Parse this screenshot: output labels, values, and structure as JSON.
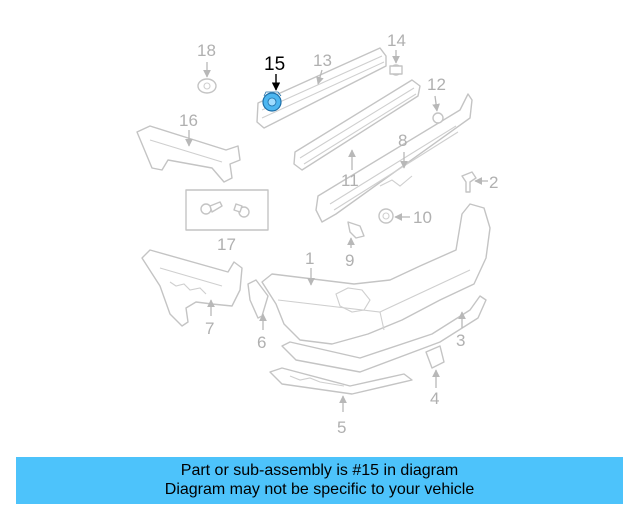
{
  "diagram": {
    "highlight_color": "#4db6f0",
    "callouts": [
      {
        "id": "c1",
        "label": "1"
      },
      {
        "id": "c2",
        "label": "2"
      },
      {
        "id": "c3",
        "label": "3"
      },
      {
        "id": "c4",
        "label": "4"
      },
      {
        "id": "c5",
        "label": "5"
      },
      {
        "id": "c6",
        "label": "6"
      },
      {
        "id": "c7",
        "label": "7"
      },
      {
        "id": "c8",
        "label": "8"
      },
      {
        "id": "c9",
        "label": "9"
      },
      {
        "id": "c10",
        "label": "10"
      },
      {
        "id": "c11",
        "label": "11"
      },
      {
        "id": "c12",
        "label": "12"
      },
      {
        "id": "c13",
        "label": "13"
      },
      {
        "id": "c14",
        "label": "14"
      },
      {
        "id": "c15",
        "label": "15",
        "highlighted": true
      },
      {
        "id": "c16",
        "label": "16"
      },
      {
        "id": "c17",
        "label": "17"
      },
      {
        "id": "c18",
        "label": "18"
      }
    ]
  },
  "banner": {
    "line1": "Part or sub-assembly is #15 in diagram",
    "line2": "Diagram may not be specific to your vehicle",
    "background": "#4dc3fb"
  }
}
